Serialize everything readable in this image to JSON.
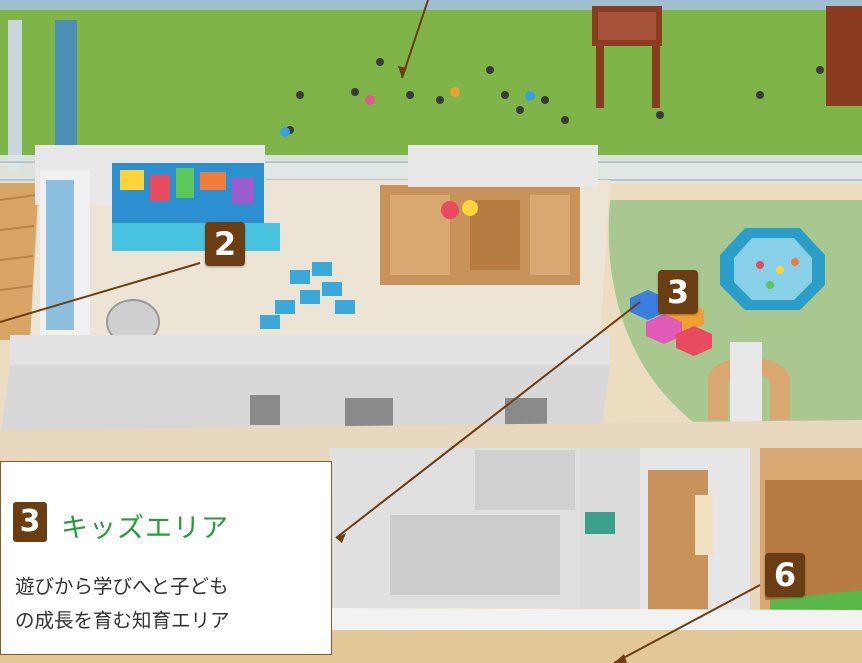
{
  "colors": {
    "badge": "#6b3d12",
    "leader": "#6b3d12",
    "title_green": "#2a9a3c",
    "grass": "#7fb548",
    "floor": "#ece4d4",
    "kids_lawn": "#a9c890",
    "wall": "#e8e8e8",
    "wood": "#c8935a"
  },
  "markers": [
    {
      "number": "2"
    },
    {
      "number": "3"
    },
    {
      "number": "6"
    }
  ],
  "info": {
    "number": "3",
    "title": "キッズエリア",
    "description_lines": [
      "遊びから学びへと子ども",
      "の成長を育む知育エリア"
    ]
  }
}
